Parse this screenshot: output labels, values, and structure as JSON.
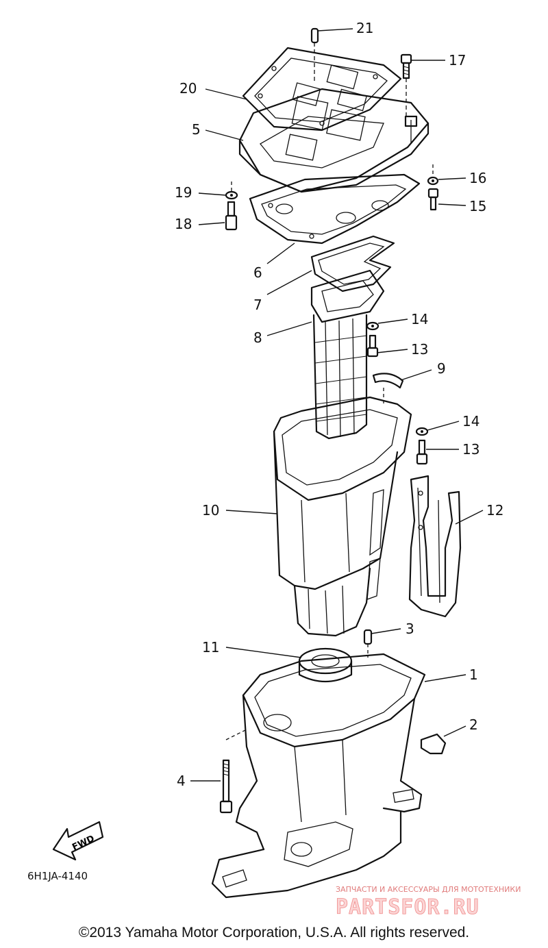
{
  "diagram": {
    "callouts": [
      {
        "id": "c21",
        "label": "21"
      },
      {
        "id": "c17",
        "label": "17"
      },
      {
        "id": "c20",
        "label": "20"
      },
      {
        "id": "c5",
        "label": "5"
      },
      {
        "id": "c16",
        "label": "16"
      },
      {
        "id": "c19",
        "label": "19"
      },
      {
        "id": "c15",
        "label": "15"
      },
      {
        "id": "c18",
        "label": "18"
      },
      {
        "id": "c6",
        "label": "6"
      },
      {
        "id": "c7",
        "label": "7"
      },
      {
        "id": "c14a",
        "label": "14"
      },
      {
        "id": "c8",
        "label": "8"
      },
      {
        "id": "c13a",
        "label": "13"
      },
      {
        "id": "c9",
        "label": "9"
      },
      {
        "id": "c14b",
        "label": "14"
      },
      {
        "id": "c13b",
        "label": "13"
      },
      {
        "id": "c10",
        "label": "10"
      },
      {
        "id": "c12",
        "label": "12"
      },
      {
        "id": "c3",
        "label": "3"
      },
      {
        "id": "c11",
        "label": "11"
      },
      {
        "id": "c1",
        "label": "1"
      },
      {
        "id": "c2",
        "label": "2"
      },
      {
        "id": "c4",
        "label": "4"
      }
    ],
    "fwd_label": "FWD",
    "diagram_code": "6H1JA-4140",
    "copyright": "©2013 Yamaha Motor Corporation, U.S.A. All rights reserved.",
    "watermark": {
      "tagline": "ЗАПЧАСТИ И АКСЕССУАРЫ ДЛЯ МОТОТЕХНИКИ",
      "brand": "PARTSFOR.RU"
    }
  }
}
